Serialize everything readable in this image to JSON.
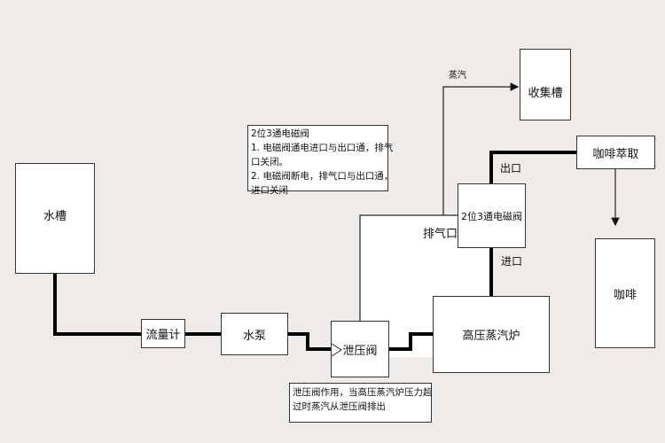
{
  "nodes": {
    "water_tank": "水槽",
    "flow_meter": "流量计",
    "pump": "水泵",
    "relief_valve": "泄压阀",
    "boiler": "高压蒸汽炉",
    "solenoid_valve": "2位3通电磁阀",
    "collection_tank": "收集槽",
    "coffee_extraction": "咖啡萃取",
    "coffee": "咖啡"
  },
  "labels": {
    "steam": "蒸汽",
    "exhaust_port": "排气口",
    "outlet": "出口",
    "inlet": "进口"
  },
  "notes": {
    "solenoid": [
      "2位3通电磁阀",
      "1. 电磁阀通电进口与出口通，排气",
      "口关闭。",
      "2. 电磁阀断电，排气口与出口通，",
      "进口关闭"
    ],
    "relief": [
      "泄压阀作用，当高压蒸汽炉压力超",
      "过时蒸汽从泄压阀排出"
    ]
  }
}
